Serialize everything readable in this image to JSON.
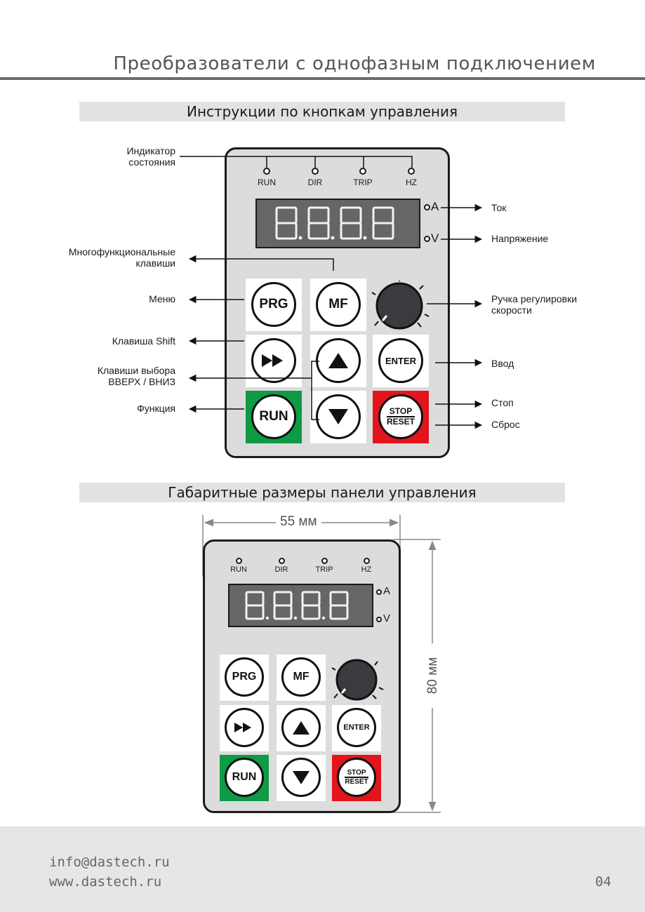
{
  "header": {
    "title": "Преобразователи с однофазным подключением"
  },
  "sections": {
    "instructions_title": "Инструкции по кнопкам управления",
    "dimensions_title": "Габаритные размеры панели управления"
  },
  "panel": {
    "leds": [
      "RUN",
      "DIR",
      "TRIP",
      "HZ"
    ],
    "unit_a": "A",
    "unit_v": "V",
    "keys": {
      "prg": "PRG",
      "mf": "MF",
      "enter": "ENTER",
      "run": "RUN",
      "stop": "STOP",
      "reset": "RESET"
    }
  },
  "callouts": {
    "status_indicator": "Индикатор состояния",
    "multifunction_keys": "Многофункциональные клавиши",
    "menu": "Меню",
    "shift_key": "Клавиша Shift",
    "up_down_keys": "Клавиши выбора ВВЕРХ / ВНИЗ",
    "function": "Функция",
    "current": "Ток",
    "voltage": "Напряжение",
    "speed_knob": "Ручка регулировки скорости",
    "enter": "Ввод",
    "stop": "Стоп",
    "reset": "Сброс"
  },
  "dimensions": {
    "width_label": "55 мм",
    "height_label": "80 мм"
  },
  "footer": {
    "email": "info@dastech.ru",
    "website": "www.dastech.ru",
    "page_number": "04"
  },
  "colors": {
    "run_key": "#0f9a46",
    "stop_key": "#e3141b",
    "panel_body": "#dcdcdc",
    "display": "#666666"
  }
}
